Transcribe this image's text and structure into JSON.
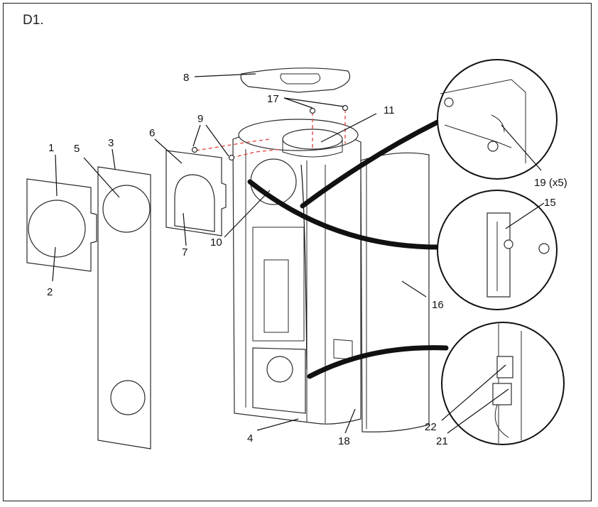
{
  "title": "D1.",
  "callouts": {
    "c1": "1",
    "c2": "2",
    "c3": "3",
    "c4": "4",
    "c5": "5",
    "c6": "6",
    "c7": "7",
    "c8": "8",
    "c9": "9",
    "c10": "10",
    "c11": "11",
    "c15": "15",
    "c16": "16",
    "c17": "17",
    "c18": "18",
    "c19": "19 (x5)",
    "c21": "21",
    "c22": "22"
  },
  "colors": {
    "guide_dash": "#e0403a",
    "line": "#2a2a2a",
    "background": "#ffffff"
  }
}
